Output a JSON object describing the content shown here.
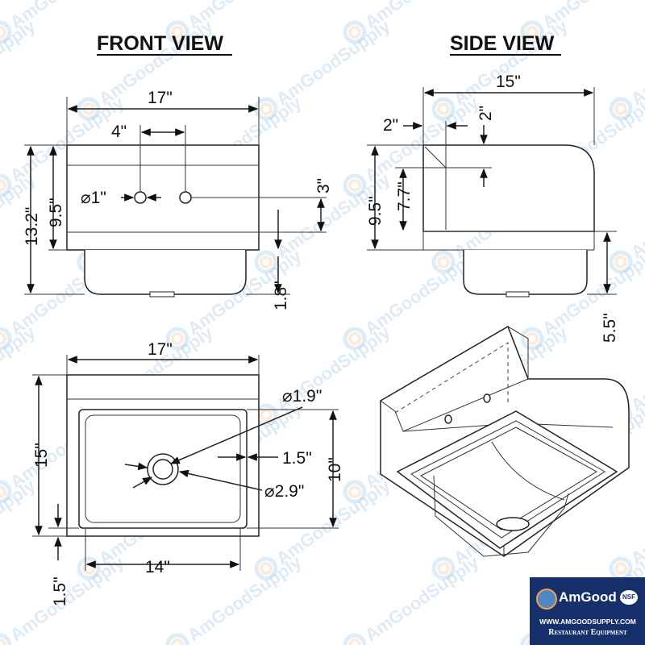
{
  "views": {
    "front_title": "FRONT VIEW",
    "side_title": "SIDE VIEW"
  },
  "front_view": {
    "width": "17\"",
    "faucet_spacing": "4\"",
    "hole_diameter": "⌀1\"",
    "overall_height": "13.2\"",
    "backsplash_height": "9.5\"",
    "hole_height": "3\"",
    "bowl_depth": "1.8\""
  },
  "side_view": {
    "depth": "15\"",
    "top_offset": "2\"",
    "top_drop": "2\"",
    "backsplash_height": "9.5\"",
    "front_height": "7.7\"",
    "bowl_depth": "5.5\""
  },
  "top_view": {
    "width": "17\"",
    "depth": "15\"",
    "drain_diameter_inner": "⌀1.9\"",
    "drain_offset": "1.5\"",
    "bowl_length": "10\"",
    "drain_diameter_outer": "⌀2.9\"",
    "bowl_width": "14\"",
    "front_offset": "1.5\""
  },
  "watermark": {
    "brand": "AmGood",
    "suffix": "Supply"
  },
  "logo": {
    "brand": "AmGood",
    "badge": "NSF",
    "url": "WWW.AMGOODSUPPLY.COM",
    "tagline": "Restaurant Equipment"
  }
}
